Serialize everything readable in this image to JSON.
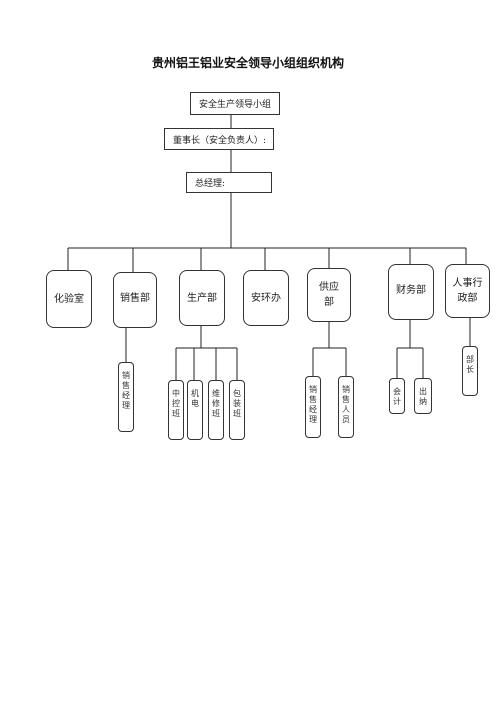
{
  "title": "贵州铝王铝业安全领导小组组织机构",
  "top": {
    "group": "安全生产领导小组",
    "chairman": "董事长（安全负责人）:",
    "gm": "总经理:"
  },
  "departments": [
    {
      "label": "化验室"
    },
    {
      "label": "销售部"
    },
    {
      "label": "生产部"
    },
    {
      "label": "安环办"
    },
    {
      "label": "供应\n部"
    },
    {
      "label": "财务部"
    },
    {
      "label": "人事行\n政部"
    }
  ],
  "sub_units": {
    "sales": [
      "销售经理"
    ],
    "production": [
      "中控班",
      "机电",
      "维修班",
      "包装班"
    ],
    "supply": [
      "销售经理",
      "销售人员"
    ],
    "finance": [
      "会计",
      "出纳"
    ],
    "hr": [
      "部长"
    ]
  }
}
